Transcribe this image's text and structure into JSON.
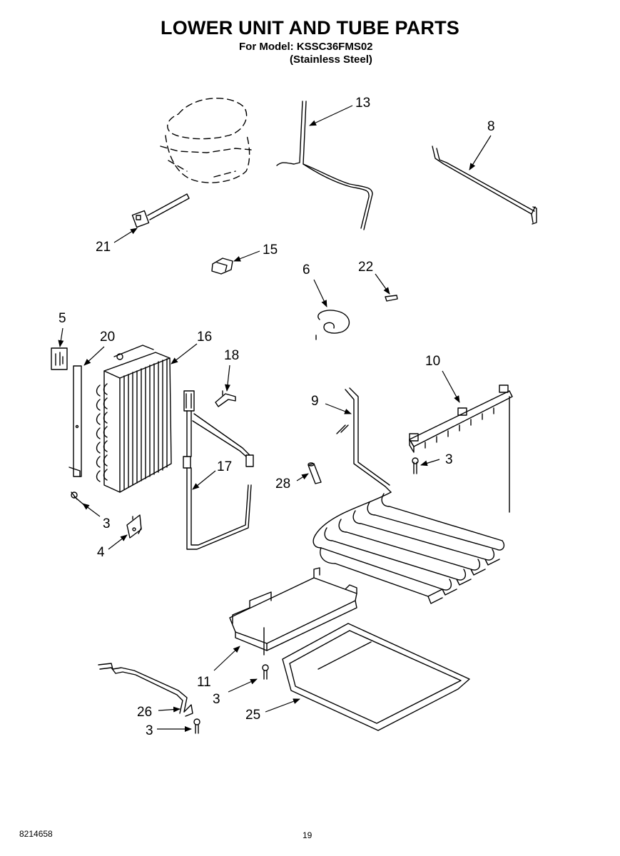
{
  "header": {
    "title": "LOWER UNIT AND TUBE PARTS",
    "model_line": "For Model: KSSC36FMS02",
    "finish_line": "(Stainless Steel)"
  },
  "callouts": [
    {
      "id": "c13",
      "label": "13",
      "part": "tube-13"
    },
    {
      "id": "c8",
      "label": "8",
      "part": "tube-8"
    },
    {
      "id": "c21",
      "label": "21",
      "part": "clip-21"
    },
    {
      "id": "c15",
      "label": "15",
      "part": "connector-15"
    },
    {
      "id": "c6",
      "label": "6",
      "part": "coil-wire-6"
    },
    {
      "id": "c22",
      "label": "22",
      "part": "clip-22"
    },
    {
      "id": "c5",
      "label": "5",
      "part": "label-5"
    },
    {
      "id": "c20",
      "label": "20",
      "part": "strip-20"
    },
    {
      "id": "c16",
      "label": "16",
      "part": "condenser-16"
    },
    {
      "id": "c18",
      "label": "18",
      "part": "bracket-18"
    },
    {
      "id": "c10",
      "label": "10",
      "part": "rail-10"
    },
    {
      "id": "c9",
      "label": "9",
      "part": "drain-heater-9"
    },
    {
      "id": "c17",
      "label": "17",
      "part": "heater-loop-17"
    },
    {
      "id": "c3a",
      "label": "3",
      "part": "screw-3-left"
    },
    {
      "id": "c3b",
      "label": "3",
      "part": "screw-3-right"
    },
    {
      "id": "c28",
      "label": "28",
      "part": "tube-28"
    },
    {
      "id": "c4",
      "label": "4",
      "part": "bracket-4"
    },
    {
      "id": "c11",
      "label": "11",
      "part": "drain-tray-11"
    },
    {
      "id": "c3c",
      "label": "3",
      "part": "screw-3-tray"
    },
    {
      "id": "c26",
      "label": "26",
      "part": "tube-26"
    },
    {
      "id": "c3d",
      "label": "3",
      "part": "screw-3-bottom"
    },
    {
      "id": "c25",
      "label": "25",
      "part": "pan-25"
    }
  ],
  "footer": {
    "part_number": "8214658",
    "page_number": "19"
  }
}
